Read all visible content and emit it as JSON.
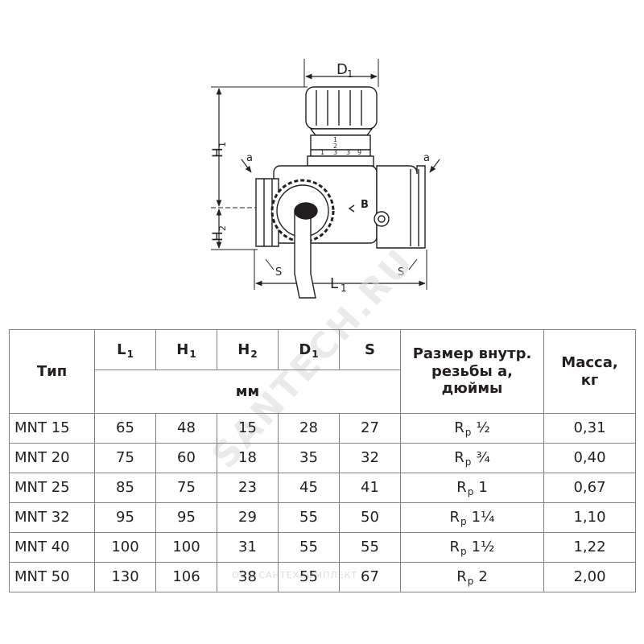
{
  "drawing": {
    "dim_D1": "D",
    "dim_D1_sub": "1",
    "dim_H1": "H",
    "dim_H1_sub": "1",
    "dim_H2": "H",
    "dim_H2_sub": "2",
    "dim_L1": "L",
    "dim_L1_sub": "1",
    "label_a_left": "a",
    "label_a_right": "a",
    "label_s_left": "S",
    "label_s_right": "S",
    "label_b": "B",
    "scale_marks": [
      "1",
      "2",
      "3"
    ],
    "scale_row": [
      "1",
      "3",
      "9"
    ]
  },
  "watermark": {
    "text": "SANTECH.RU",
    "bottom_text": "ООО САНТЕХКОМПЛЕКТ"
  },
  "table": {
    "col_type": "Тип",
    "col_L1": "L",
    "col_L1_sub": "1",
    "col_H1": "H",
    "col_H1_sub": "1",
    "col_H2": "H",
    "col_H2_sub": "2",
    "col_D1": "D",
    "col_D1_sub": "1",
    "col_S": "S",
    "units": "мм",
    "col_thread": "Размер внутр. резьбы а, дюймы",
    "col_mass": "Масса, кг",
    "rows": [
      {
        "type": "MNT 15",
        "L1": "65",
        "H1": "48",
        "H2": "15",
        "D1": "28",
        "S": "27",
        "thread_base": "R",
        "thread_sub": "p",
        "thread_size": "½",
        "mass": "0,31"
      },
      {
        "type": "MNT 20",
        "L1": "75",
        "H1": "60",
        "H2": "18",
        "D1": "35",
        "S": "32",
        "thread_base": "R",
        "thread_sub": "p",
        "thread_size": "¾",
        "mass": "0,40"
      },
      {
        "type": "MNT 25",
        "L1": "85",
        "H1": "75",
        "H2": "23",
        "D1": "45",
        "S": "41",
        "thread_base": "R",
        "thread_sub": "p",
        "thread_size": "1",
        "mass": "0,67"
      },
      {
        "type": "MNT 32",
        "L1": "95",
        "H1": "95",
        "H2": "29",
        "D1": "55",
        "S": "50",
        "thread_base": "R",
        "thread_sub": "p",
        "thread_size": "1¼",
        "mass": "1,10"
      },
      {
        "type": "MNT 40",
        "L1": "100",
        "H1": "100",
        "H2": "31",
        "D1": "55",
        "S": "55",
        "thread_base": "R",
        "thread_sub": "p",
        "thread_size": "1½",
        "mass": "1,22"
      },
      {
        "type": "MNT 50",
        "L1": "130",
        "H1": "106",
        "H2": "38",
        "D1": "55",
        "S": "67",
        "thread_base": "R",
        "thread_sub": "p",
        "thread_size": "2",
        "mass": "2,00"
      }
    ]
  }
}
